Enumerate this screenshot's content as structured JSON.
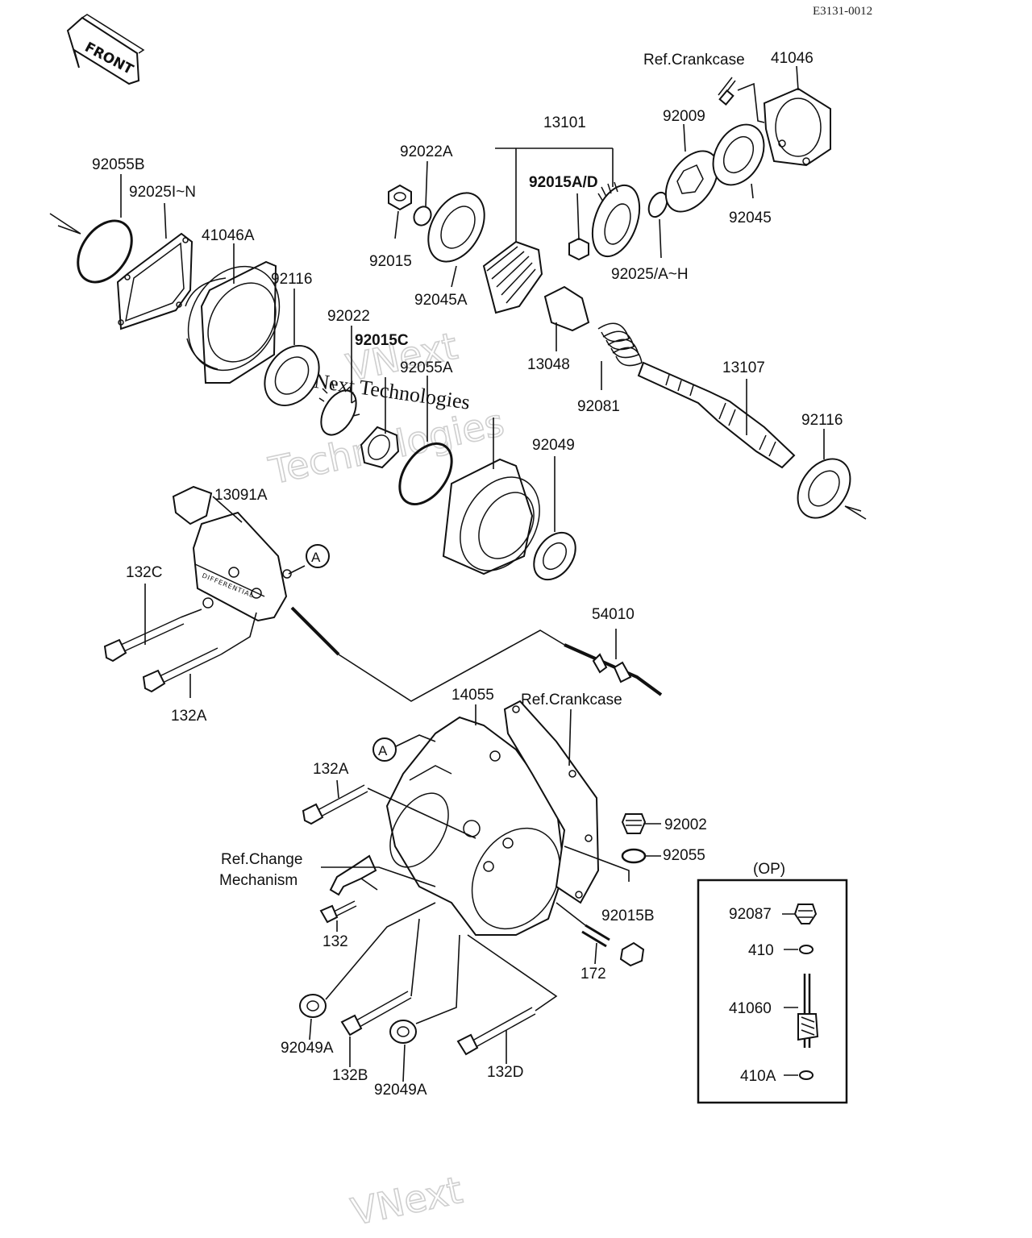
{
  "diagram_code": "E3131-0012",
  "front_arrow": "FRONT",
  "watermark": {
    "line1": "VNext",
    "line2": "Technologies",
    "inline": "VNext Technologies",
    "bottom": "VNext"
  },
  "circle_marker": "A",
  "op_box_title": "(OP)",
  "labels": {
    "ref_crankcase_top": "Ref.Crankcase",
    "p41046": "41046",
    "p13101": "13101",
    "p92009": "92009",
    "p92022A": "92022A",
    "p92015AD": "92015A/D",
    "p92045": "92045",
    "p92055B": "92055B",
    "p92025IN": "92025I~N",
    "p41046A": "41046A",
    "p92015": "92015",
    "p92045A": "92045A",
    "p92025AH": "92025/A~H",
    "p92116_left": "92116",
    "p92022": "92022",
    "p92015C": "92015C",
    "p92055A": "92055A",
    "p13048": "13048",
    "p13107": "13107",
    "p92081": "92081",
    "p92116_right": "92116",
    "p92049": "92049",
    "p13091A": "13091A",
    "p132C": "132C",
    "p132A_upper": "132A",
    "p54010": "54010",
    "p14055": "14055",
    "ref_crankcase_mid": "Ref.Crankcase",
    "p132A_lower": "132A",
    "p92002": "92002",
    "p92055": "92055",
    "ref_change_1": "Ref.Change",
    "ref_change_2": "Mechanism",
    "p132": "132",
    "p92015B": "92015B",
    "p172": "172",
    "p92049A_left": "92049A",
    "p132B": "132B",
    "p92049A_mid": "92049A",
    "p132D": "132D",
    "p92087": "92087",
    "p410": "410",
    "p41060": "41060",
    "p410A": "410A"
  },
  "cover_plate_text": "DIFFERENTIAL"
}
